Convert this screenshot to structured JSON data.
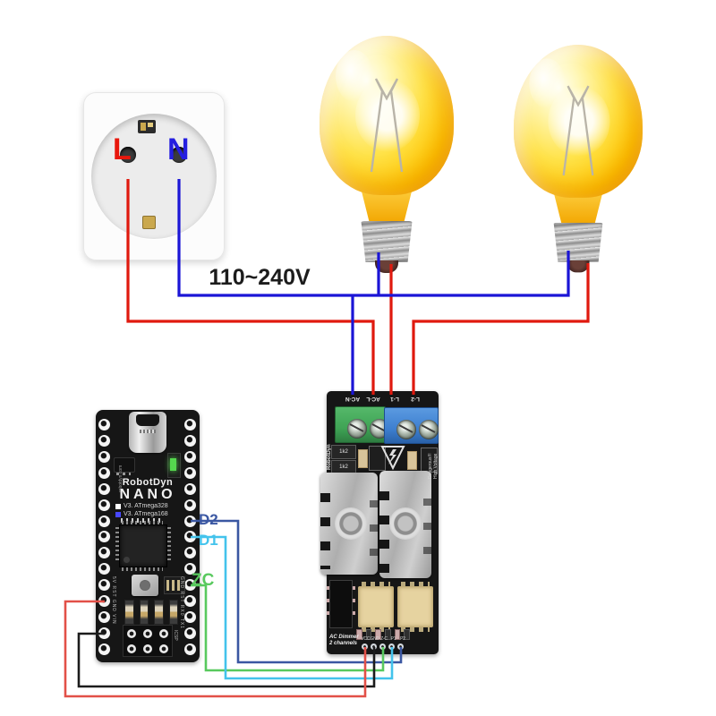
{
  "voltage_label": "110~240V",
  "socket": {
    "label_l": "L",
    "label_n": "N"
  },
  "signal_labels": {
    "d2": "D2",
    "d1": "D1",
    "zc": "ZC"
  },
  "nano": {
    "brand": "RobotDyn",
    "model": "NANO",
    "variant_328": "V3. ATmega328",
    "variant_168": "V3. ATmega168",
    "site": "robotdyn.com",
    "icsp_label": "ICSP",
    "left_pins_label": "5V RST GND VIN",
    "right_pins_label": "GND RST RX0 TX1"
  },
  "dimmer": {
    "brand": "RobotDyn",
    "warning_line1": "Dangerous!!!",
    "warning_line2": "High Voltage",
    "terminals": [
      "AC-N",
      "AC-L",
      "L-1",
      "L-2"
    ],
    "resistor_label": "1k2",
    "name_line1": "AC Dimmer",
    "name_line2": "2 channels",
    "bottom_pins": [
      "VCC",
      "GND",
      "Z-C",
      "P1",
      "P2"
    ]
  },
  "colors": {
    "mains_red": "#e0190e",
    "mains_blue": "#1b15d6",
    "wire_navy": "#3a57a2",
    "wire_cyan": "#43c3ec",
    "wire_green": "#58c95e",
    "wire_black": "#1c1c1c",
    "wire_vcc_red": "#e25048",
    "label_l_red": "#e8170c",
    "label_n_blue": "#241ee0",
    "pcb_black": "#161616",
    "terminal_green": "#3fa455",
    "terminal_blue": "#3d7fd0",
    "heatsink_silver": "#cfcfcf",
    "opto_beige": "#e6d3a0",
    "bulb_orange": "#f09c00"
  }
}
